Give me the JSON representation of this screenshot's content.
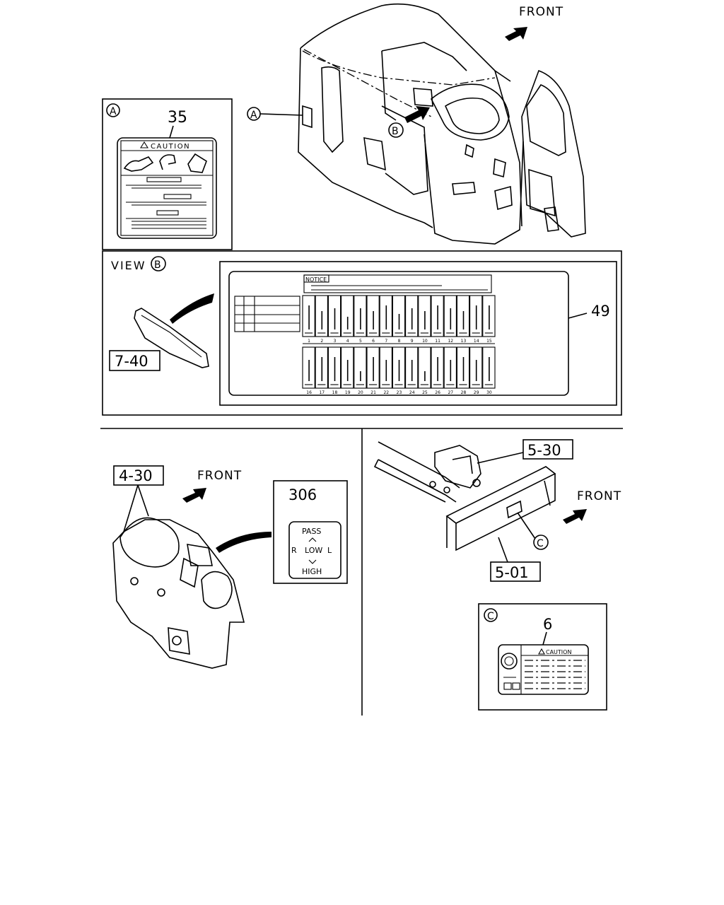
{
  "labels": {
    "front_top": "FRONT",
    "front_left": "FRONT",
    "front_right": "FRONT",
    "view_b": "VIEW",
    "callout_a": "A",
    "callout_b": "B",
    "callout_c": "C",
    "part_35": "35",
    "part_49": "49",
    "part_7_40": "7-40",
    "part_4_30": "4-30",
    "part_306": "306",
    "part_5_30": "5-30",
    "part_5_01": "5-01",
    "part_6": "6"
  },
  "caution_label_35": {
    "title": "CAUTION"
  },
  "notice_label_49": {
    "title": "NOTICE",
    "fuse_numbers_row1": [
      "1",
      "2",
      "3",
      "4",
      "5",
      "6",
      "7",
      "8",
      "9",
      "10",
      "11",
      "12",
      "13",
      "14",
      "15"
    ],
    "fuse_numbers_row2": [
      "16",
      "17",
      "18",
      "19",
      "20",
      "21",
      "22",
      "23",
      "24",
      "25",
      "26",
      "27",
      "28",
      "29",
      "30"
    ]
  },
  "switch_label_306": {
    "pass": "PASS",
    "low_left": "R",
    "low": "LOW",
    "low_right": "L",
    "high": "HIGH"
  },
  "caution_label_6": {
    "title": "CAUTION"
  }
}
